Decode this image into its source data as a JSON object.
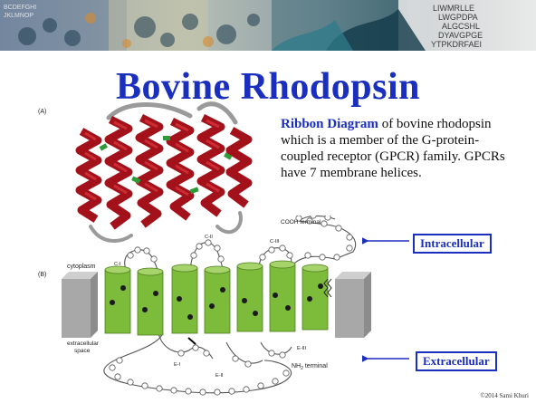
{
  "slide": {
    "title": "Bovine Rhodopsin",
    "description_highlight": "Ribbon Diagram",
    "description_rest": " of bovine rhodopsin which is a member of the G-protein-coupled receptor (GPCR) family. GPCRs have 7 membrane helices.",
    "copyright": "©2014 Sami Khuri"
  },
  "banner": {
    "code_rows": [
      "LIWMRLLE",
      "LWGPDPA",
      "ALGCSHL",
      "DYAVGPGE",
      "YTPKDRFAEI"
    ],
    "left_code": [
      "BCDEFGHI",
      "JKLMNOP"
    ]
  },
  "figure_a": {
    "label": "(A)"
  },
  "figure_b": {
    "label": "(B)",
    "cytoplasm": "cytoplasm",
    "extracellular_space": [
      "extracellular",
      "space"
    ],
    "cooh": "COOH terminal",
    "nh2": "NH",
    "nh2_sub": "2",
    "nh2_rest": " terminal",
    "loops": [
      "C-I",
      "C-II",
      "C-III",
      "E-I",
      "E-II",
      "E-III"
    ]
  },
  "callouts": {
    "intracellular": "Intracellular",
    "extracellular": "Extracellular"
  },
  "colors": {
    "title": "#1b2fbf",
    "helix_red": "#b0161f",
    "helix_green": "#7dbb3a",
    "membrane_gray": "#a8a8a8"
  }
}
